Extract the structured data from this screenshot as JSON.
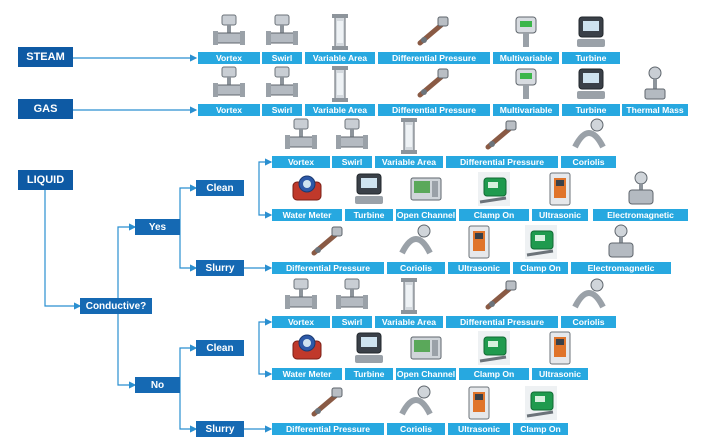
{
  "nodes": {
    "steam": "STEAM",
    "gas": "GAS",
    "liquid": "LIQUID",
    "conductive": "Conductive?",
    "yes": "Yes",
    "no": "No",
    "clean_yes": "Clean",
    "slurry_yes": "Slurry",
    "clean_no": "Clean",
    "slurry_no": "Slurry"
  },
  "rows": {
    "steam": [
      {
        "label": "Vortex",
        "icon": "vortex-meter-icon"
      },
      {
        "label": "Swirl",
        "icon": "swirl-meter-icon"
      },
      {
        "label": "Variable Area",
        "icon": "variable-area-meter-icon"
      },
      {
        "label": "Differential Pressure",
        "icon": "differential-pressure-meter-icon"
      },
      {
        "label": "Multivariable",
        "icon": "multivariable-meter-icon"
      },
      {
        "label": "Turbine",
        "icon": "turbine-meter-icon"
      }
    ],
    "gas": [
      {
        "label": "Vortex",
        "icon": "vortex-meter-icon"
      },
      {
        "label": "Swirl",
        "icon": "swirl-meter-icon"
      },
      {
        "label": "Variable Area",
        "icon": "variable-area-meter-icon"
      },
      {
        "label": "Differential Pressure",
        "icon": "differential-pressure-meter-icon"
      },
      {
        "label": "Multivariable",
        "icon": "multivariable-meter-icon"
      },
      {
        "label": "Turbine",
        "icon": "turbine-meter-icon"
      },
      {
        "label": "Thermal Mass",
        "icon": "thermal-mass-meter-icon"
      }
    ],
    "clean_yes_1": [
      {
        "label": "Vortex",
        "icon": "vortex-meter-icon"
      },
      {
        "label": "Swirl",
        "icon": "swirl-meter-icon"
      },
      {
        "label": "Variable Area",
        "icon": "variable-area-meter-icon"
      },
      {
        "label": "Differential Pressure",
        "icon": "differential-pressure-meter-icon"
      },
      {
        "label": "Coriolis",
        "icon": "coriolis-meter-icon"
      }
    ],
    "clean_yes_2": [
      {
        "label": "Water Meter",
        "icon": "water-meter-icon"
      },
      {
        "label": "Turbine",
        "icon": "turbine-meter-icon"
      },
      {
        "label": "Open Channel",
        "icon": "open-channel-meter-icon"
      },
      {
        "label": "Clamp On",
        "icon": "clamp-on-meter-icon"
      },
      {
        "label": "Ultrasonic",
        "icon": "ultrasonic-meter-icon"
      },
      {
        "label": "Electromagnetic",
        "icon": "electromagnetic-meter-icon"
      }
    ],
    "slurry_yes": [
      {
        "label": "Differential Pressure",
        "icon": "differential-pressure-meter-icon"
      },
      {
        "label": "Coriolis",
        "icon": "coriolis-meter-icon"
      },
      {
        "label": "Ultrasonic",
        "icon": "ultrasonic-meter-icon"
      },
      {
        "label": "Clamp On",
        "icon": "clamp-on-meter-icon"
      },
      {
        "label": "Electromagnetic",
        "icon": "electromagnetic-meter-icon"
      }
    ],
    "clean_no_1": [
      {
        "label": "Vortex",
        "icon": "vortex-meter-icon"
      },
      {
        "label": "Swirl",
        "icon": "swirl-meter-icon"
      },
      {
        "label": "Variable Area",
        "icon": "variable-area-meter-icon"
      },
      {
        "label": "Differential Pressure",
        "icon": "differential-pressure-meter-icon"
      },
      {
        "label": "Coriolis",
        "icon": "coriolis-meter-icon"
      }
    ],
    "clean_no_2": [
      {
        "label": "Water Meter",
        "icon": "water-meter-icon"
      },
      {
        "label": "Turbine",
        "icon": "turbine-meter-icon"
      },
      {
        "label": "Open Channel",
        "icon": "open-channel-meter-icon"
      },
      {
        "label": "Clamp On",
        "icon": "clamp-on-meter-icon"
      },
      {
        "label": "Ultrasonic",
        "icon": "ultrasonic-meter-icon"
      }
    ],
    "slurry_no": [
      {
        "label": "Differential Pressure",
        "icon": "differential-pressure-meter-icon"
      },
      {
        "label": "Coriolis",
        "icon": "coriolis-meter-icon"
      },
      {
        "label": "Ultrasonic",
        "icon": "ultrasonic-meter-icon"
      },
      {
        "label": "Clamp On",
        "icon": "clamp-on-meter-icon"
      }
    ]
  },
  "colors": {
    "node": "#1569b3",
    "node_dark": "#0e5aa4",
    "label": "#27a8e0",
    "line": "#2a8fd0"
  }
}
